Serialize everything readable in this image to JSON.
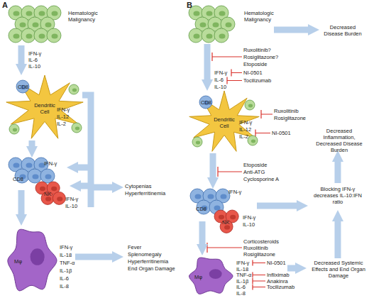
{
  "diagram": {
    "nodes": [
      {
        "text": [
          "Hematologic Malignancy"
        ]
      },
      {
        "text": [
          "Dendritic Cell"
        ]
      },
      {
        "text": [
          "CD8"
        ]
      },
      {
        "text": [
          "NK"
        ]
      },
      {
        "text": [
          "Mφ"
        ]
      },
      {
        "text": [
          "Hematologic Malignancy"
        ]
      },
      {
        "text": [
          "Dendritic Cell"
        ]
      },
      {
        "text": [
          "CD8"
        ]
      },
      {
        "text": [
          "NK"
        ]
      },
      {
        "text": [
          "Mφ"
        ]
      }
    ],
    "edges": [
      {
        "from": 0,
        "to": 1,
        "arrow": "to"
      },
      {
        "from": 1,
        "to": 2,
        "arrow": "to"
      },
      {
        "from": 2,
        "to": 4,
        "arrow": "to"
      },
      {
        "from": 5,
        "to": 6,
        "arrow": "to"
      },
      {
        "from": 6,
        "to": 7,
        "arrow": "to"
      },
      {
        "from": 7,
        "to": 9,
        "arrow": "to"
      }
    ],
    "labels": [
      "A",
      "IFN-γ",
      "IL-6",
      "IL-10",
      "CD8",
      "IFN-γ",
      "IL-12",
      "IL-2",
      "Cytopenias",
      "Hyperferritinemia",
      "IFN-γ",
      "IFN-γ",
      "IL-10",
      "IFN-γ",
      "IL-18",
      "TNF-α",
      "IL-1β",
      "IL-6",
      "IL-8",
      "Fever",
      "Splenomegaly",
      "Hyperferritinemia",
      "End Organ Damage",
      "B",
      "Decreased Disease Burden",
      "Ruxolitinib?",
      "Rosiglitazone?",
      "Etoposide",
      "IFN-γ",
      "IL-6",
      "IL-10",
      "NI-0501",
      "Tocilizumab",
      "CD8",
      "Ruxolitinib",
      "Rosiglitazone",
      "IFN-γ",
      "IL-12",
      "IL-2",
      "NI-0501",
      "Decreased Inflammation, Decreased Disease Burden",
      "Etoposide",
      "Anti-ATG",
      "Cyclosporine A",
      "IFN-γ",
      "Blocking IFN-γ decreases IL-10:IFN ratio",
      "IFN-γ",
      "IL-10",
      "Corticosteroids",
      "Ruxolitinib",
      "Rosiglitazone",
      "IFN-γ",
      "NI-0501",
      "IL-18",
      "TNF-α",
      "Infliximab",
      "IL-1β",
      "Anakinra",
      "IL-6",
      "Tocilizumab",
      "IL-8",
      "Decreased Systemic Effects and End Organ Damage"
    ]
  }
}
